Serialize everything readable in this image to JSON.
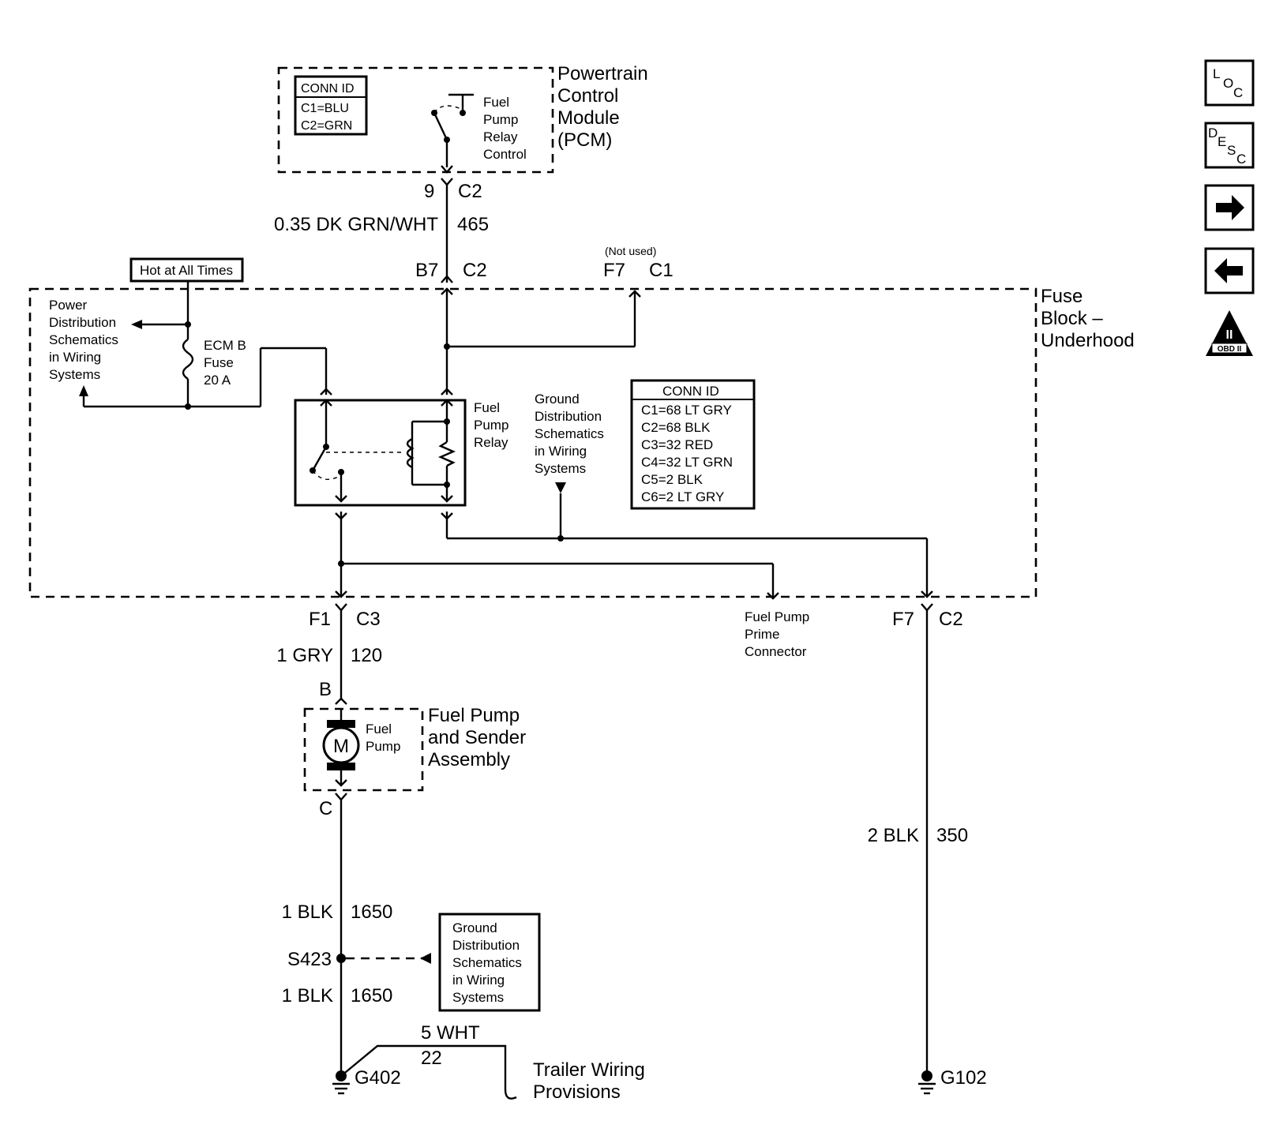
{
  "pcm": {
    "title_lines": [
      "Powertrain",
      "Control",
      "Module",
      "(PCM)"
    ],
    "conn_id": {
      "header": "CONN ID",
      "rows": [
        "C1=BLU",
        "C2=GRN"
      ]
    },
    "switch_label_lines": [
      "Fuel",
      "Pump",
      "Relay",
      "Control"
    ]
  },
  "pcm_pin": {
    "pin": "9",
    "conn": "C2"
  },
  "wire_465": {
    "spec": "0.35 DK GRN/WHT",
    "circuit": "465"
  },
  "fuse_block_top_pins": {
    "b7": {
      "pin": "B7",
      "conn": "C2"
    },
    "f7": {
      "pin": "F7",
      "conn": "C1",
      "note": "(Not used)"
    }
  },
  "hot_at_all_times": "Hot at All Times",
  "power_distribution_lines": [
    "Power",
    "Distribution",
    "Schematics",
    "in Wiring",
    "Systems"
  ],
  "ecm_fuse_lines": [
    "ECM B",
    "Fuse",
    "20 A"
  ],
  "fuse_block_title_lines": [
    "Fuse",
    "Block –",
    "Underhood"
  ],
  "fuel_pump_relay_lines": [
    "Fuel",
    "Pump",
    "Relay"
  ],
  "ground_distribution_lines": [
    "Ground",
    "Distribution",
    "Schematics",
    "in Wiring",
    "Systems"
  ],
  "fuse_block_conn_id": {
    "header": "CONN ID",
    "rows": [
      "C1=68 LT GRY",
      "C2=68 BLK",
      "C3=32 RED",
      "C4=32 LT GRN",
      "C5=2 BLK",
      "C6=2 LT GRY"
    ]
  },
  "fuse_block_bottom_pins": {
    "f1": {
      "pin": "F1",
      "conn": "C3"
    },
    "f7": {
      "pin": "F7",
      "conn": "C2"
    }
  },
  "prime_connector_lines": [
    "Fuel Pump",
    "Prime",
    "Connector"
  ],
  "wire_120": {
    "spec": "1 GRY",
    "circuit": "120"
  },
  "pump_pin_b": "B",
  "pump_pin_c": "C",
  "fuel_pump_assembly_lines": [
    "Fuel Pump",
    "and Sender",
    "Assembly"
  ],
  "fuel_pump_label_lines": [
    "Fuel",
    "Pump"
  ],
  "motor_symbol": "M",
  "wire_1650_upper": {
    "spec": "1 BLK",
    "circuit": "1650"
  },
  "splice": "S423",
  "wire_1650_lower": {
    "spec": "1 BLK",
    "circuit": "1650"
  },
  "ground_distribution_box_lines": [
    "Ground",
    "Distribution",
    "Schematics",
    "in Wiring",
    "Systems"
  ],
  "wire_22": {
    "spec": "5 WHT",
    "circuit": "22"
  },
  "trailer_wiring_lines": [
    "Trailer Wiring",
    "Provisions"
  ],
  "wire_350": {
    "spec": "2 BLK",
    "circuit": "350"
  },
  "ground_g402": "G402",
  "ground_g102": "G102",
  "nav": {
    "loc": [
      "L",
      "O",
      "C"
    ],
    "desc": [
      "D",
      "E",
      "S",
      "C"
    ],
    "forward_icon": "right-arrow-icon",
    "back_icon": "left-arrow-icon",
    "obd": {
      "numeral": "II",
      "label": "OBD II"
    }
  }
}
